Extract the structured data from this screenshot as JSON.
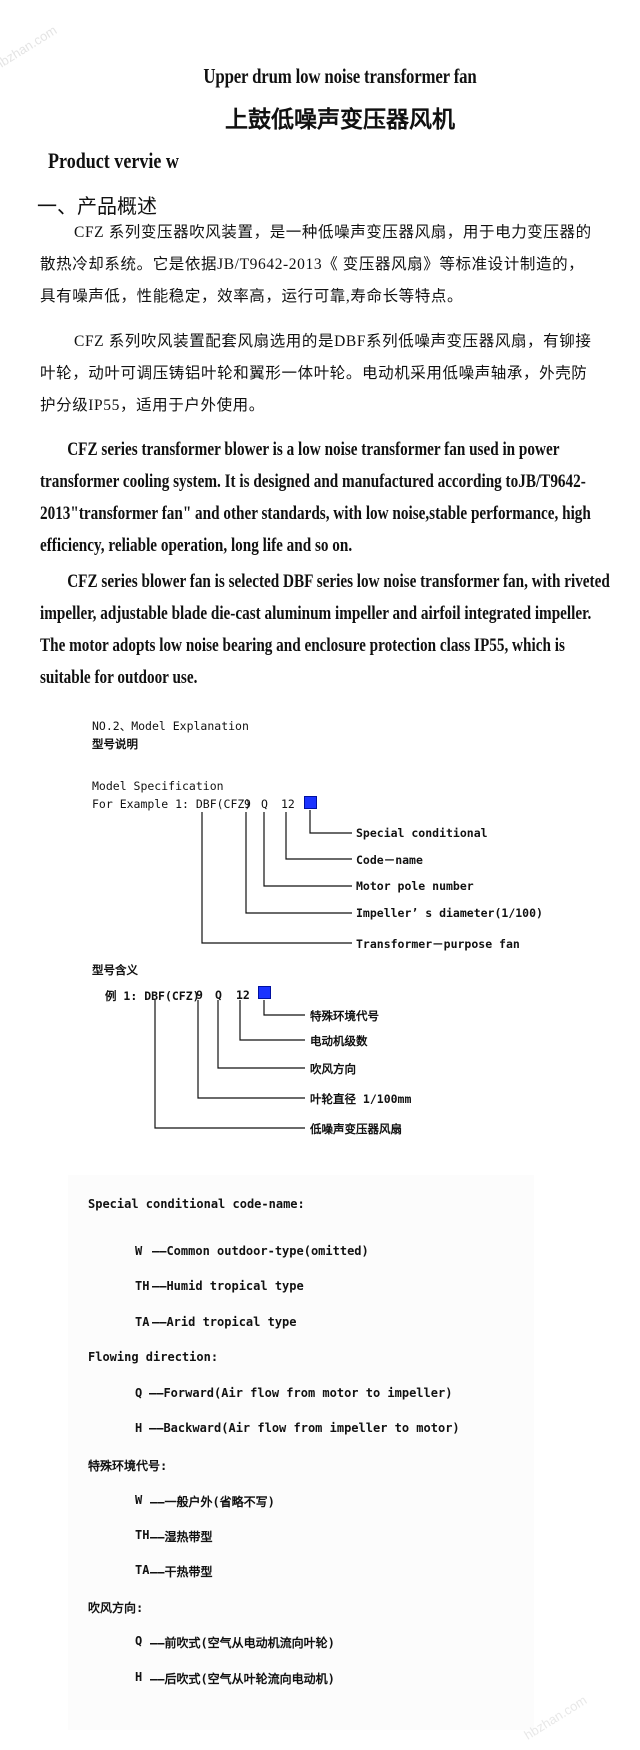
{
  "title_en": "Upper drum low noise transformer fan",
  "title_cn": "上鼓低噪声变压器风机",
  "overview_heading_en": "Product vervie w",
  "overview_heading_cn": "一、产品概述",
  "para_cn_1": "CFZ 系列变压器吹风装置，是一种低噪声变压器风扇，用于电力变压器的散热冷却系统。它是依据JB/T9642-2013《 变压器风扇》等标准设计制造的，具有噪声低，性能稳定，效率高，运行可靠,寿命长等特点。",
  "para_cn_2": "CFZ 系列吹风装置配套风扇选用的是DBF系列低噪声变压器风扇，有铆接叶轮，动叶可调压铸铝叶轮和翼形一体叶轮。电动机采用低噪声轴承，外壳防护分级IP55，适用于户外使用。",
  "para_en_1": "CFZ series transformer blower is a low noise transformer fan used in power transformer cooling system. It is designed and manufactured according toJB/T9642-2013\"transformer fan\" and other standards, with low noise,stable performance, high efficiency, reliable operation, long life and so on.",
  "para_en_2": "CFZ series blower fan is selected DBF series low noise transformer fan, with riveted impeller, adjustable blade die-cast aluminum impeller and airfoil integrated impeller. The motor adopts low noise bearing and enclosure protection class IP55, which is suitable for outdoor use.",
  "model_section": {
    "heading": "NO.2、Model   Explanation",
    "heading_cn": "型号说明",
    "spec_label": "Model Specification",
    "example_prefix": "For Example 1: DBF(CFZ)",
    "code_parts": [
      "9",
      "Q",
      "12"
    ],
    "en_labels": [
      "Special conditional",
      "Code－name",
      "Motor pole number",
      "Impeller’ s diameter(1/100)",
      "Transformer－purpose fan"
    ],
    "cn_heading": "型号含义",
    "cn_example_prefix": "例 1: DBF(CFZ)",
    "cn_labels": [
      "特殊环境代号",
      "电动机级数",
      "吹风方向",
      "叶轮直径 1/100mm",
      "低噪声变压器风扇"
    ],
    "box_color": "#1a33ff"
  },
  "codes": {
    "special_heading": "Special conditional code-name:",
    "special_items": [
      {
        "code": "W",
        "desc": "——Common outdoor-type(omitted)"
      },
      {
        "code": "TH",
        "desc": "——Humid tropical type"
      },
      {
        "code": "TA",
        "desc": "——Arid tropical type"
      }
    ],
    "flow_heading": "Flowing direction:",
    "flow_items": [
      {
        "code": "Q",
        "desc": "——Forward(Air flow from motor to impeller)"
      },
      {
        "code": "H",
        "desc": "——Backward(Air flow from impeller to motor)"
      }
    ],
    "special_heading_cn": "特殊环境代号:",
    "special_items_cn": [
      {
        "code": "W",
        "desc": "——一般户外(省略不写)"
      },
      {
        "code": "TH",
        "desc": "——湿热带型"
      },
      {
        "code": "TA",
        "desc": "——干热带型"
      }
    ],
    "flow_heading_cn": "吹风方向:",
    "flow_items_cn": [
      {
        "code": "Q",
        "desc": "——前吹式(空气从电动机流向叶轮)"
      },
      {
        "code": "H",
        "desc": "——后吹式(空气从叶轮流向电动机)"
      }
    ]
  },
  "watermark": "hbzhan.com"
}
